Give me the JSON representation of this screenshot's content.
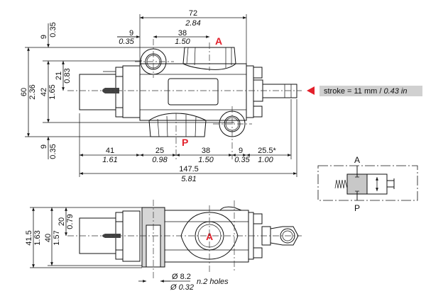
{
  "top_view": {
    "ports": {
      "a": "A",
      "p": "P"
    },
    "dims": {
      "overall_width_mm": "72",
      "overall_width_in": "2.84",
      "offset_mm": "9",
      "offset_in": "0.35",
      "port_spacing_mm": "38",
      "port_spacing_in": "1.50",
      "height_mm": "60",
      "height_in": "2.36",
      "inner_height_mm": "42",
      "inner_height_in": "1.65",
      "half_mm": "21",
      "half_in": "0.83",
      "top_margin_mm": "9",
      "top_margin_in": "0.35",
      "bottom_margin_mm": "9",
      "bottom_margin_in": "0.35",
      "cap_mm": "41",
      "cap_in": "1.61",
      "p_offset_mm": "25",
      "p_offset_in": "0.98",
      "pp_mm": "38",
      "pp_in": "1.50",
      "right_mm": "9",
      "right_in": "0.35",
      "stem_mm": "25.5*",
      "stem_in": "1.00",
      "total_mm": "147.5",
      "total_in": "5.81"
    }
  },
  "stroke_label": {
    "prefix": "stroke = 11 mm / ",
    "inches": "0.43 in",
    "bg": "#d0d0d0",
    "marker": "#e3202b"
  },
  "symbol": {
    "a": "A",
    "p": "P"
  },
  "bottom_view": {
    "port": "A",
    "dims": {
      "h_mm": "41.5",
      "h_in": "1.63",
      "h2_mm": "40",
      "h2_in": "1.57",
      "half_mm": "20",
      "half_in": "0.79",
      "hole_mm": "Ø 8.2",
      "hole_in": "Ø 0.32",
      "holes_note": "n.2 holes"
    }
  }
}
